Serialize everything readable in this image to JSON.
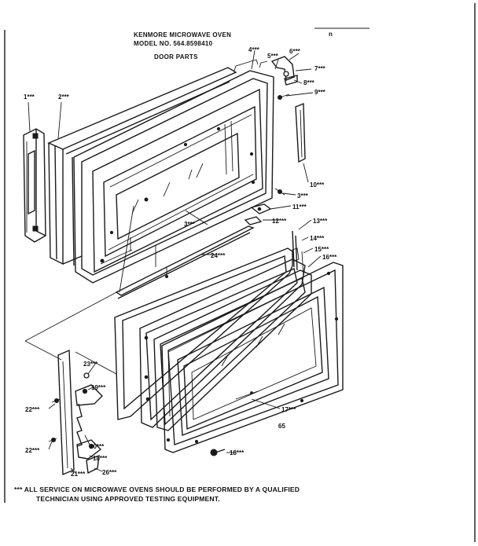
{
  "header": {
    "line1": "KENMORE MICROWAVE OVEN",
    "line2": "MODEL NO. 564.8598410",
    "line3": "DOOR PARTS"
  },
  "callouts": {
    "c1": "1***",
    "c2": "2***",
    "c3a": "3***",
    "c3b": "3***",
    "c4": "4***",
    "c5": "5***",
    "c6": "6***",
    "c7": "7***",
    "c8": "8***",
    "c9": "9***",
    "c10": "10***",
    "c11": "11***",
    "c12": "12***",
    "c13": "13***",
    "c14": "14***",
    "c15": "15***",
    "c16": "16***",
    "c17": "17***",
    "c18": "18***",
    "c19": "19***",
    "c20": "20***",
    "c21": "21***",
    "c22a": "22***",
    "c22b": "22***",
    "c23": "23***",
    "c24": "24***",
    "c18b": "18***",
    "c26": "26***"
  },
  "page_number": "65",
  "corner_mark": "n",
  "footer_note": {
    "line1": "*** ALL SERVICE ON MICROWAVE OVENS SHOULD BE PERFORMED BY A QUALIFIED",
    "line2": "TECHNICIAN USING APPROVED TESTING EQUIPMENT."
  }
}
